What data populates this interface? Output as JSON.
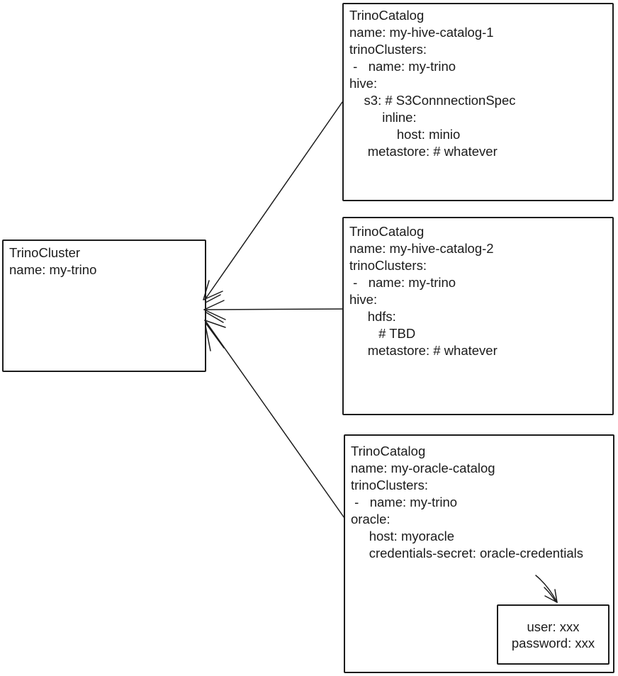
{
  "meta": {
    "background_color": "#ffffff",
    "ink_color": "#1b1b1b"
  },
  "nodes": {
    "cluster": {
      "lines": [
        "TrinoCluster",
        "name: my-trino"
      ]
    },
    "catalog1": {
      "lines": [
        "TrinoCatalog",
        "name: my-hive-catalog-1",
        "trinoClusters:",
        " -   name: my-trino",
        "hive:",
        "    s3: # S3ConnnectionSpec",
        "         inline:",
        "             host: minio",
        "     metastore: # whatever"
      ]
    },
    "catalog2": {
      "lines": [
        "TrinoCatalog",
        "name: my-hive-catalog-2",
        "trinoClusters:",
        " -   name: my-trino",
        "hive:",
        "     hdfs:",
        "        # TBD",
        "     metastore: # whatever"
      ]
    },
    "catalog3": {
      "lines": [
        "TrinoCatalog",
        "name: my-oracle-catalog",
        "trinoClusters:",
        " -   name: my-trino",
        "oracle:",
        "     host: myoracle",
        "     credentials-secret: oracle-credentials"
      ]
    },
    "secret": {
      "lines": [
        "user: xxx",
        "password: xxx"
      ]
    }
  }
}
